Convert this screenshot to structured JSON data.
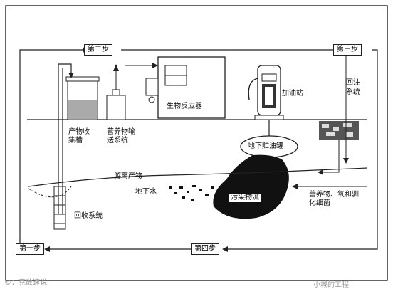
{
  "steps": {
    "step1": "第一步",
    "step2": "第二步",
    "step3": "第三步",
    "step4": "第四步"
  },
  "labels": {
    "bioreactor": "生物反应器",
    "gas_station": "加油站",
    "reinjection": "回注系统",
    "collection_tank": "产物收集槽",
    "nutrient_delivery": "营养物输送系统",
    "underground_tank": "地下贮油罐",
    "free_product": "游离产物",
    "groundwater": "地下水",
    "contaminant_plume": "污染物流",
    "nutrients_oxygen_bacteria": "营养物、氧和驯化细菌",
    "recovery_system": "回收系统"
  },
  "watermark": {
    "left": "©：克敢速说",
    "right": "小城的工程"
  }
}
